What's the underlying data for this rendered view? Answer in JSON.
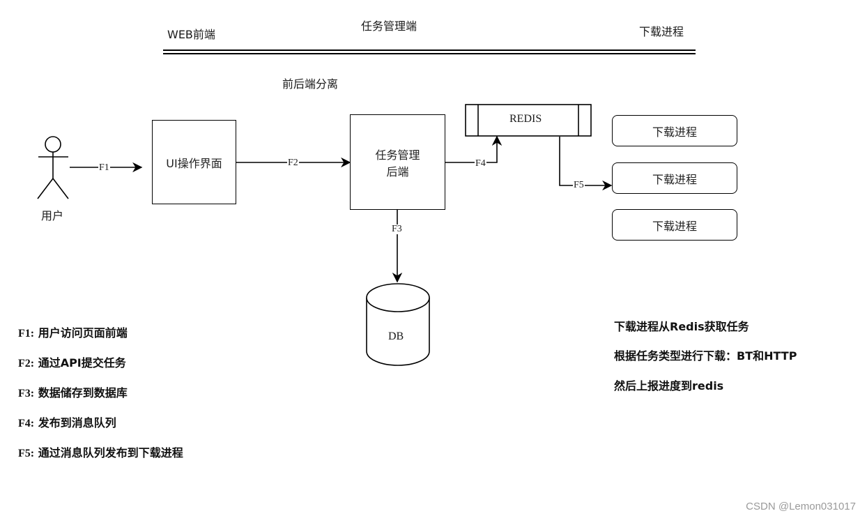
{
  "header": {
    "web_frontend_label": "WEB前端",
    "task_manager_label": "任务管理端",
    "downloader_label": "下载进程",
    "separation_label": "前后端分离"
  },
  "nodes": {
    "user_label": "用户",
    "ui_box_label": "UI操作界面",
    "backend_box_line1": "任务管理",
    "backend_box_line2": "后端",
    "redis_label": "REDIS",
    "db_label": "DB",
    "download_processes": [
      {
        "label": "下载进程"
      },
      {
        "label": "下载进程"
      },
      {
        "label": "下载进程"
      }
    ]
  },
  "edges": {
    "f1": "F1",
    "f2": "F2",
    "f3": "F3",
    "f4": "F4",
    "f5": "F5"
  },
  "legend": [
    {
      "code": "F1:",
      "text": "用户访问页面前端"
    },
    {
      "code": "F2:",
      "text": "通过API提交任务"
    },
    {
      "code": "F3:",
      "text": "数据储存到数据库"
    },
    {
      "code": "F4:",
      "text": "发布到消息队列"
    },
    {
      "code": "F5:",
      "text": "通过消息队列发布到下载进程"
    }
  ],
  "notes": [
    "下载进程从Redis获取任务",
    "根据任务类型进行下载：BT和HTTP",
    "然后上报进度到redis"
  ],
  "watermark": "CSDN @Lemon031017"
}
